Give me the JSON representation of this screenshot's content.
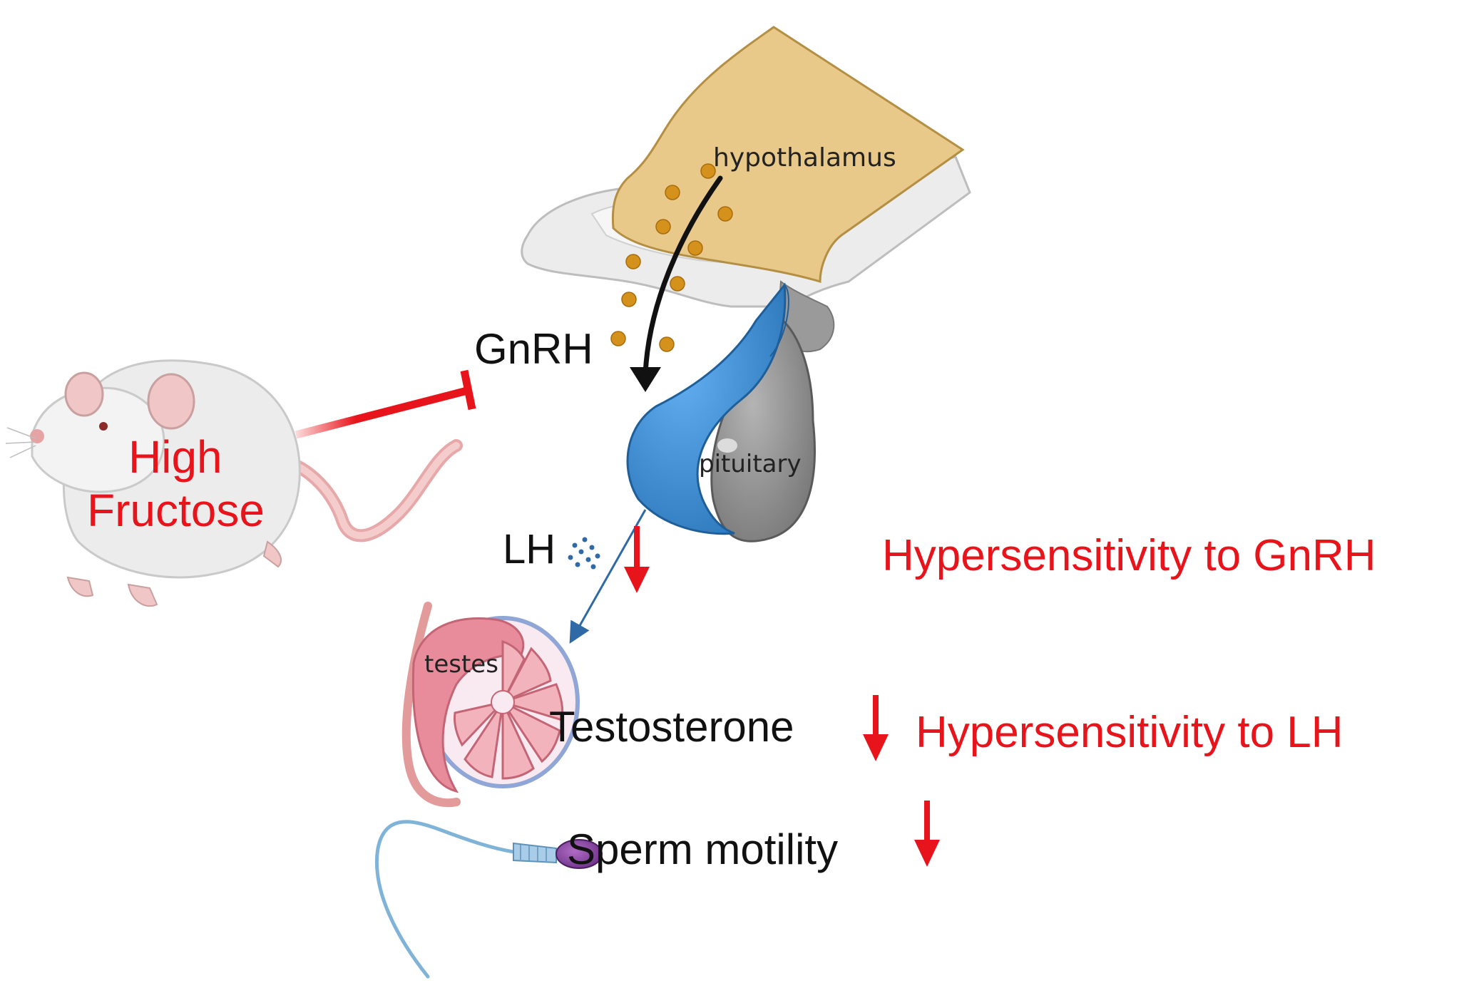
{
  "labels": {
    "hypothalamus": "hypothalamus",
    "pituitary": "pituitary",
    "testes": "testes",
    "gnrh": "GnRH",
    "lh": "LH",
    "high": "High",
    "fructose": "Fructose",
    "testosterone": "Testosterone",
    "sperm_motility": "Sperm motility",
    "hyper_gnrh": "Hypersensitivity to GnRH",
    "hyper_lh": "Hypersensitivity to LH"
  },
  "colors": {
    "red": "#e8141b",
    "black": "#111111",
    "hypothalamus_fill": "#e8c98a",
    "pituitary_anterior": "#3d8fd4",
    "pituitary_posterior": "#8c8c8c",
    "gnrh_dots": "#d4921c",
    "lh_arrow": "#2f6aa6"
  },
  "icons": {
    "rat": "rat-icon",
    "testes": "testes-icon",
    "sperm": "sperm-icon",
    "brain": "brain-section-icon"
  }
}
